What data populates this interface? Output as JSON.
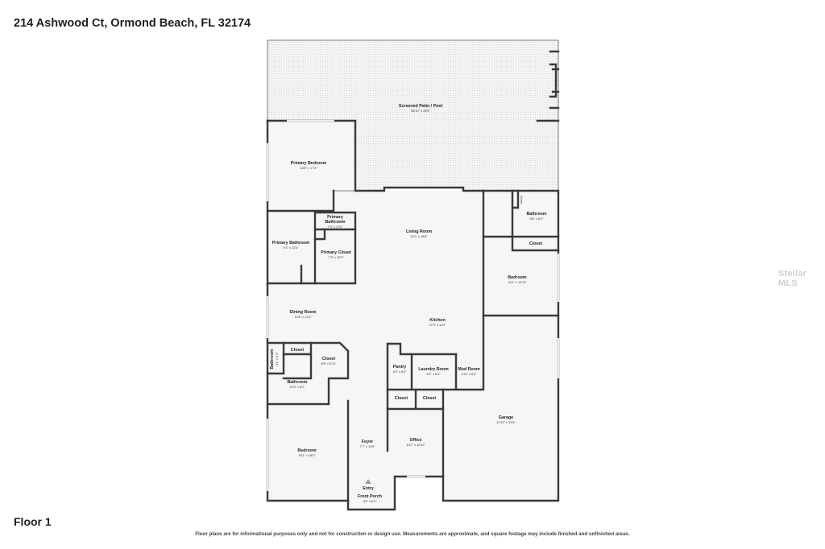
{
  "title": "214 Ashwood Ct, Ormond Beach, FL 32174",
  "floor_label": "Floor 1",
  "disclaimer": "Floor plans are for informational purposes only and not for construction or design use. Measurements are approximate, and square footage may include finished and unfinished areas.",
  "watermark": "Stellar MLS",
  "rooms": {
    "patio": {
      "name": "Screened Patio / Pool",
      "dims": "55'10\" x 28'5\""
    },
    "fireplace": {
      "name": "Fireplace"
    },
    "primary_bedroom": {
      "name": "Primary Bedroom",
      "dims": "16'8\" x 17'3\""
    },
    "primary_bath_small": {
      "name1": "Primary",
      "name2": "Bathroom",
      "dims": "7'3\" x 2'11\""
    },
    "primary_bathroom": {
      "name": "Primary Bathroom",
      "dims": "9'1\" x 13'4\""
    },
    "primary_closet": {
      "name": "Primary Closet",
      "dims": "7'3\" x 10'0\""
    },
    "living_room": {
      "name": "Living Room",
      "dims": "24'2\" x 18'8\""
    },
    "bath_right": {
      "name": "Bathroom",
      "dims": "8'6\" x 8'4\""
    },
    "closet_bath_right": {
      "name": "Closet"
    },
    "closet_right": {
      "name": "Closet"
    },
    "bedroom_right": {
      "name": "Bedroom",
      "dims": "14'2\" x 14'10\""
    },
    "dining_room": {
      "name": "Dining Room",
      "dims": "13'8\" x 11'3\""
    },
    "kitchen": {
      "name": "Kitchen",
      "dims": "17'0\" x 12'9\""
    },
    "bathroom_left_side": {
      "name": "Bathroom",
      "dims": "3'1\" x 5'1\""
    },
    "closet_left_a": {
      "name": "Closet"
    },
    "closet_left_b": {
      "name": "Closet",
      "dims": "6'6\" x 5'11\""
    },
    "bathroom_left": {
      "name": "Bathroom",
      "dims": "11'8\" x 8'2\""
    },
    "pantry": {
      "name": "Pantry",
      "dims": "4'4\" x 8'4\""
    },
    "laundry": {
      "name": "Laundry Room",
      "dims": "8'1\" x 6'4\""
    },
    "mud_room": {
      "name": "Mud Room",
      "dims": "4'11\" x 6'4\""
    },
    "closet_mid_a": {
      "name": "Closet"
    },
    "closet_mid_b": {
      "name": "Closet"
    },
    "garage": {
      "name": "Garage",
      "dims": "21'10\" x 35'6\""
    },
    "bedroom_left": {
      "name": "Bedroom",
      "dims": "15'1\" x 18'2\""
    },
    "foyer": {
      "name": "Foyer",
      "dims": "7'7\" x 13'6\""
    },
    "office": {
      "name": "Office",
      "dims": "10'2\" x 12'10\""
    },
    "entry": {
      "name": "Entry"
    },
    "front_porch": {
      "name": "Front Porch",
      "dims": "8'9\" x 6'2\""
    }
  }
}
